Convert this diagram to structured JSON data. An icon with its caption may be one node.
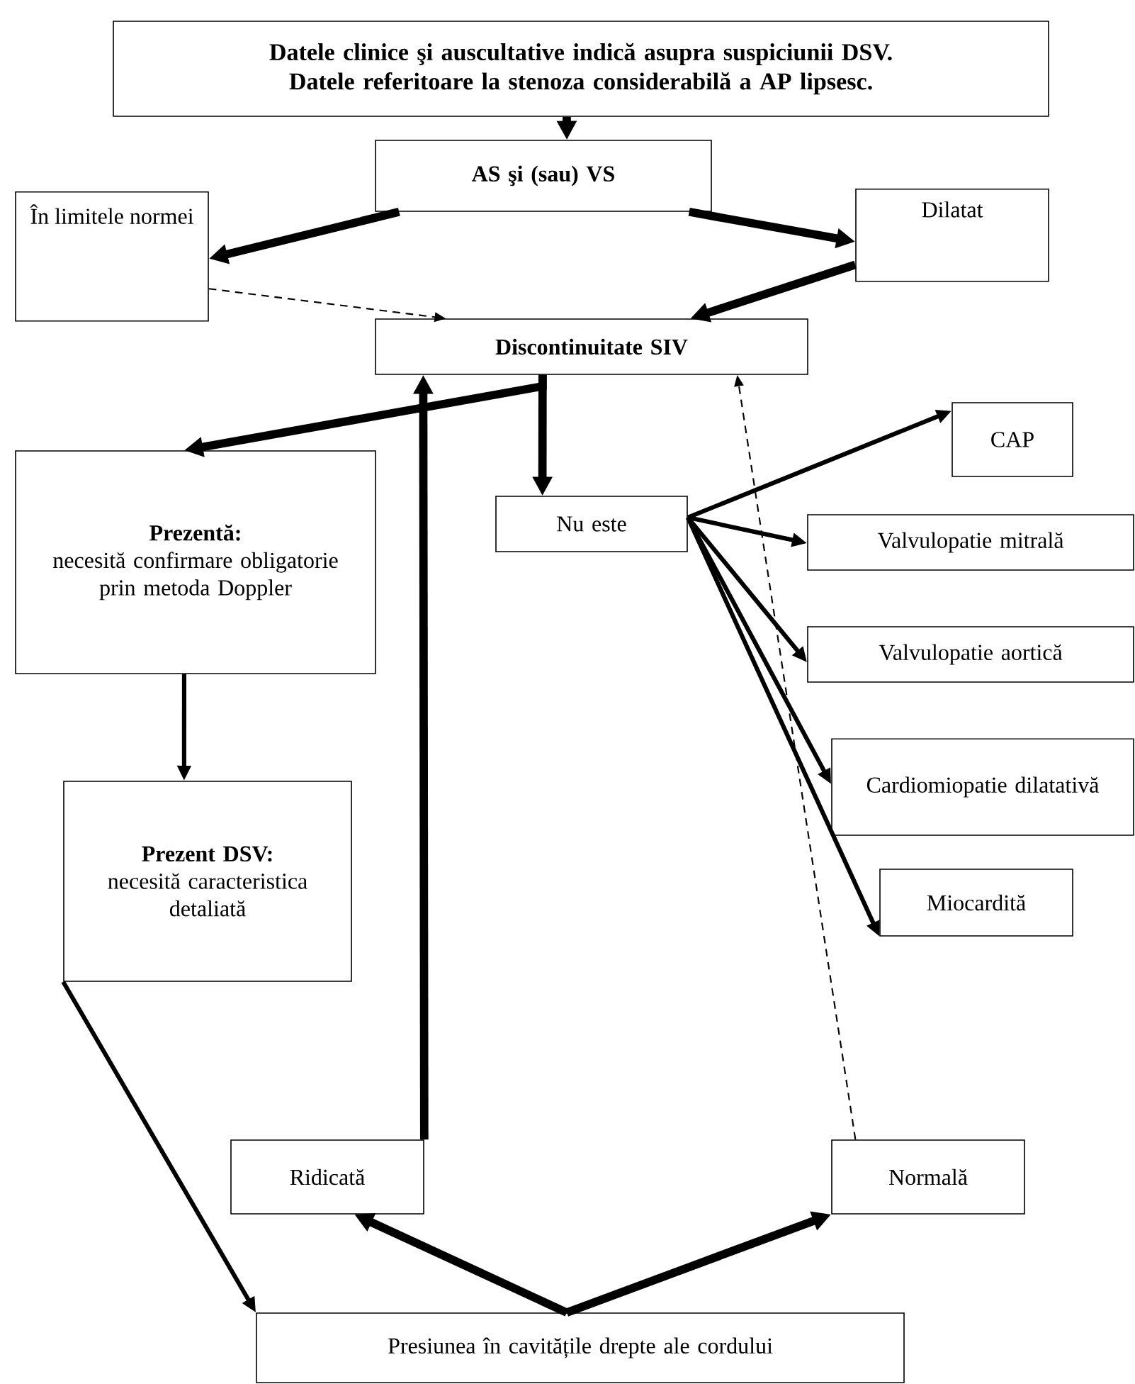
{
  "diagram": {
    "nodes": [
      {
        "text": [
          "Datele clinice şi auscultative indică asupra suspiciunii DSV. Datele referitoare la stenoza considerabilă a AP lipsesc."
        ]
      },
      {
        "text": [
          "AS şi (sau) VS"
        ]
      },
      {
        "text": [
          "În limitele normei"
        ]
      },
      {
        "text": [
          "Dilatat"
        ]
      },
      {
        "text": [
          "Discontinuitate SIV"
        ]
      },
      {
        "text": [
          "Prezentă:",
          "necesită confirmare obligatorie prin metoda Doppler"
        ]
      },
      {
        "text": [
          "Nu este"
        ]
      },
      {
        "text": [
          "CAP"
        ]
      },
      {
        "text": [
          "Valvulopatie mitrală"
        ]
      },
      {
        "text": [
          "Valvulopatie aortică"
        ]
      },
      {
        "text": [
          "Cardiomiopatie dilatativă"
        ]
      },
      {
        "text": [
          "Miocardită"
        ]
      },
      {
        "text": [
          "Prezent DSV:",
          "necesită caracteristica detaliată"
        ]
      },
      {
        "text": [
          "Ridicată"
        ]
      },
      {
        "text": [
          "Normală"
        ]
      },
      {
        "text": [
          "Presiunea în cavitățile drepte ale cordului"
        ]
      }
    ],
    "edges": [
      {
        "from": 0,
        "to": 1,
        "arrow": "to",
        "style": "thick"
      },
      {
        "from": 1,
        "to": 2,
        "arrow": "to",
        "style": "thick"
      },
      {
        "from": 1,
        "to": 3,
        "arrow": "to",
        "style": "thick"
      },
      {
        "from": 2,
        "to": 4,
        "arrow": "to",
        "style": "dashed"
      },
      {
        "from": 3,
        "to": 4,
        "arrow": "to",
        "style": "thick"
      },
      {
        "from": 4,
        "to": 5,
        "arrow": "to",
        "style": "thick"
      },
      {
        "from": 4,
        "to": 6,
        "arrow": "to",
        "style": "thick"
      },
      {
        "from": 6,
        "to": 7,
        "arrow": "to"
      },
      {
        "from": 6,
        "to": 8,
        "arrow": "to"
      },
      {
        "from": 6,
        "to": 9,
        "arrow": "to"
      },
      {
        "from": 6,
        "to": 10,
        "arrow": "to"
      },
      {
        "from": 6,
        "to": 11,
        "arrow": "to"
      },
      {
        "from": 5,
        "to": 12,
        "arrow": "to"
      },
      {
        "from": 12,
        "to": 15,
        "arrow": "to"
      },
      {
        "from": 15,
        "to": 13,
        "arrow": "to",
        "style": "thick"
      },
      {
        "from": 15,
        "to": 14,
        "arrow": "to",
        "style": "thick"
      },
      {
        "from": 13,
        "to": 4,
        "arrow": "to",
        "style": "thick"
      },
      {
        "from": 14,
        "to": 4,
        "arrow": "to",
        "style": "dashed"
      }
    ]
  }
}
